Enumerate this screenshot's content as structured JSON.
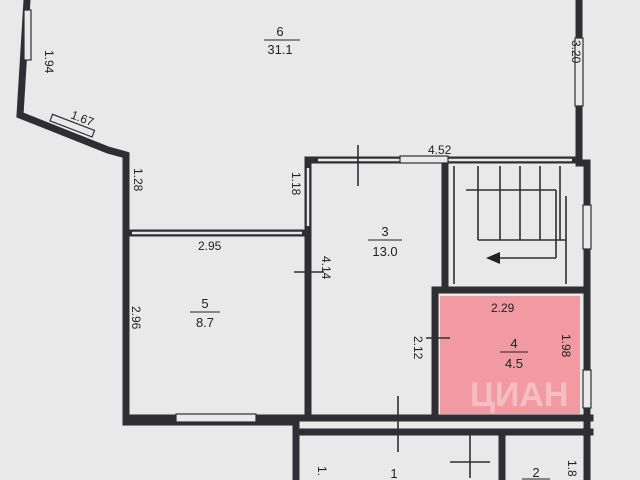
{
  "rooms": [
    {
      "id": "6",
      "number": "6",
      "area": "31.1"
    },
    {
      "id": "3",
      "number": "3",
      "area": "13.0"
    },
    {
      "id": "5",
      "number": "5",
      "area": "8.7"
    },
    {
      "id": "4",
      "number": "4",
      "area": "4.5"
    },
    {
      "id": "1",
      "number": "1",
      "area": ""
    },
    {
      "id": "2",
      "number": "2",
      "area": ""
    }
  ],
  "dimensions": {
    "left_top": "1.94",
    "diagonal": "1.67",
    "left_mid": "1.28",
    "right_top": "3.20",
    "top_stair": "4.52",
    "room3_left": "1.18",
    "room5_top": "2.95",
    "room5_right": "4.14",
    "room5_left": "2.96",
    "room4_top": "2.29",
    "room4_left": "2.12",
    "room4_right": "1.98",
    "bottom_left": "1.",
    "bottom_right": "1.8"
  },
  "highlight_color": "#f29aa2",
  "watermark": "ЦИАН"
}
